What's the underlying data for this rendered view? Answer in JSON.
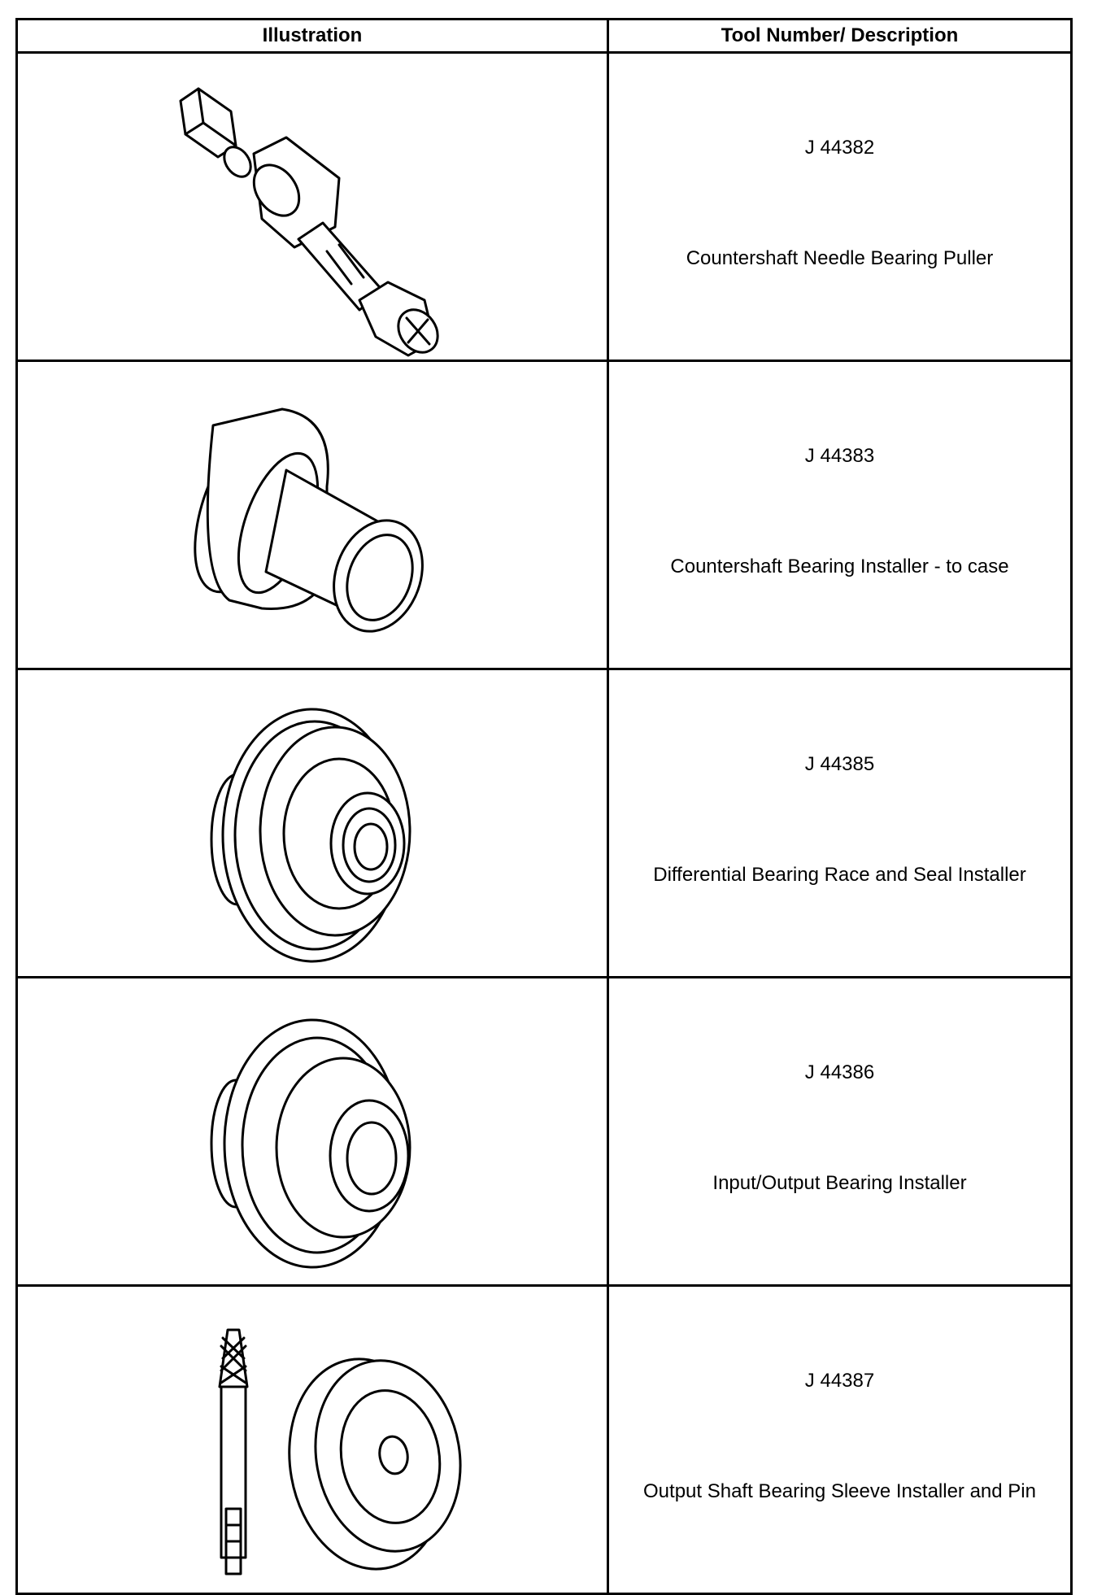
{
  "table": {
    "headers": {
      "illustration": "Illustration",
      "tool": "Tool Number/ Description"
    },
    "rows": [
      {
        "number": "J 44382",
        "description": "Countershaft Needle Bearing Puller",
        "icon": "bearing-puller-icon"
      },
      {
        "number": "J 44383",
        "description": "Countershaft Bearing Installer - to case",
        "icon": "bearing-installer-icon"
      },
      {
        "number": "J 44385",
        "description": "Differential Bearing Race and Seal Installer",
        "icon": "race-seal-installer-icon"
      },
      {
        "number": "J 44386",
        "description": "Input/Output Bearing Installer",
        "icon": "input-output-installer-icon"
      },
      {
        "number": "J 44387",
        "description": "Output Shaft Bearing Sleeve Installer and Pin",
        "icon": "sleeve-installer-pin-icon"
      }
    ]
  }
}
